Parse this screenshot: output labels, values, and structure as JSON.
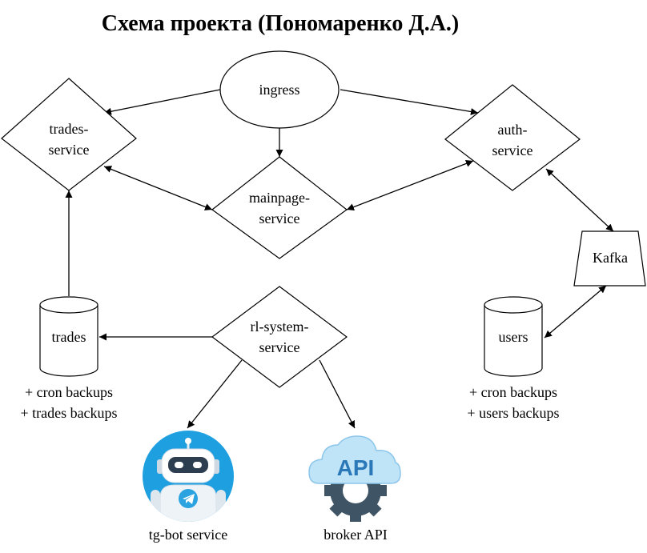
{
  "title": "Схема проекта (Пономаренко Д.А.)",
  "nodes": {
    "ingress": "ingress",
    "trades_service": [
      "trades-",
      "service"
    ],
    "auth_service": [
      "auth-",
      "service"
    ],
    "mainpage_service": [
      "mainpage-",
      "service"
    ],
    "kafka": "Kafka",
    "trades_db": "trades",
    "rl_system_service": [
      "rl-system-",
      "service"
    ],
    "users_db": "users",
    "tg_bot": "tg-bot service",
    "broker_api": "broker API",
    "api_logo_text": "API"
  },
  "notes": {
    "trades_backups": [
      "+ cron backups",
      "+ trades backups"
    ],
    "users_backups": [
      "+ cron backups",
      "+ users backups"
    ]
  },
  "colors": {
    "robot_bg": "#1e9fe0",
    "api_cloud": "#bfe3f7",
    "api_text": "#2a78b8",
    "gear": "#3f5566",
    "telegram": "#2aa3e0"
  }
}
